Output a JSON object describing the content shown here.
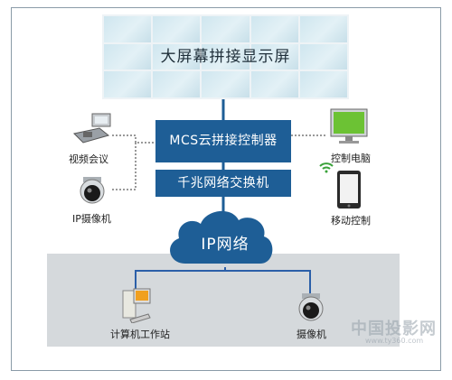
{
  "videowall": {
    "title": "大屏幕拼接显示屏"
  },
  "controller": {
    "label": "MCS云拼接控制器"
  },
  "switch": {
    "label": "千兆网络交换机"
  },
  "network": {
    "label": "IP网络"
  },
  "devices": {
    "video_conference": "视频会议",
    "ip_camera_left": "IP摄像机",
    "control_pc": "控制电脑",
    "mobile_control": "移动控制",
    "workstation": "计算机工作站",
    "camera_bottom": "摄像机"
  },
  "watermark": {
    "text": "中国投影网",
    "url": "www.ty360.com"
  },
  "colors": {
    "box": "#1e5e96",
    "cloud": "#1e5e96",
    "bottom_zone": "#d5d9dc",
    "wire_blue": "#2b5fa8"
  }
}
